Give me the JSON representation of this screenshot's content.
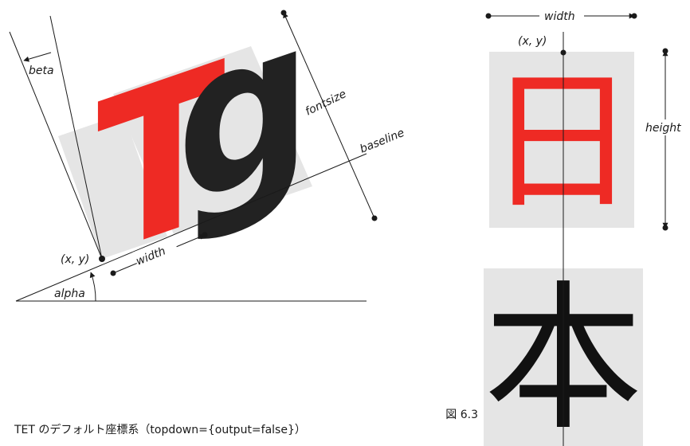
{
  "left_diagram": {
    "glyphs": [
      "T",
      "g"
    ],
    "labels": {
      "beta": "beta",
      "fontsize": "fontsize",
      "baseline": "baseline",
      "origin": "(x, y)",
      "width": "width",
      "alpha": "alpha"
    }
  },
  "right_diagram": {
    "glyphs": [
      "日",
      "本"
    ],
    "labels": {
      "width": "width",
      "origin": "(x, y)",
      "height": "height"
    }
  },
  "caption": {
    "figure": "図 6.3",
    "text": "TET のデフォルト座標系（topdown={output=false}）"
  },
  "colors": {
    "highlight_red": "#ee2a24",
    "glyph_black": "#222222",
    "box_gray": "#e5e5e5",
    "line": "#1a1a1a"
  }
}
